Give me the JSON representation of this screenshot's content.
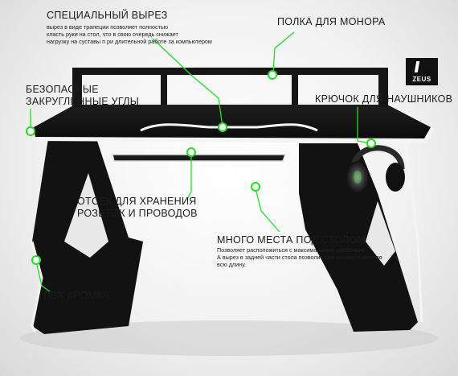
{
  "colors": {
    "accent": "#22dd22",
    "desk_black": "#141414",
    "edge_white": "#f4f4f4"
  },
  "callouts": {
    "cutout_title": "СПЕЦИАЛЬНЫЙ ВЫРЕЗ",
    "cutout_desc_1": "вырез в виде трапеции позволяет полностью",
    "cutout_desc_2": "класть руки на стол, что в свою очередь снижает",
    "cutout_desc_3": "нагрузку на суставы п ри длительной работе за компьютером",
    "monitor_shelf": "ПОЛКА ДЛЯ МОНОРА",
    "safe_corners_1": "БЕЗОПАСНЫЕ",
    "safe_corners_2": "ЗАКРУГЛЕННЫЕ УГЛЫ",
    "headphone_hook": "КРЮЧОК ДЛЯ НАУШНИКОВ",
    "storage_1": "ОТСЕК ДЛЯ ХРАНЕНИЯ",
    "storage_2": "РОЗЕТОК И ПРОВОДОВ",
    "legroom_title": "МНОГО МЕСТА ПОД СТОЛОМ",
    "legroom_desc_1": "Позволяет расположиться с максимальным удобством.",
    "legroom_desc_2": "А вырез в задней части стола позволит вам вытянуть ноги во",
    "legroom_desc_3": "всю длину.",
    "pvc_edge": "ПВХ КРОМКА"
  },
  "brand": {
    "name": "ZEUS"
  },
  "icons": {
    "headphones": "headphones-icon",
    "marker": "circle-marker-icon"
  }
}
